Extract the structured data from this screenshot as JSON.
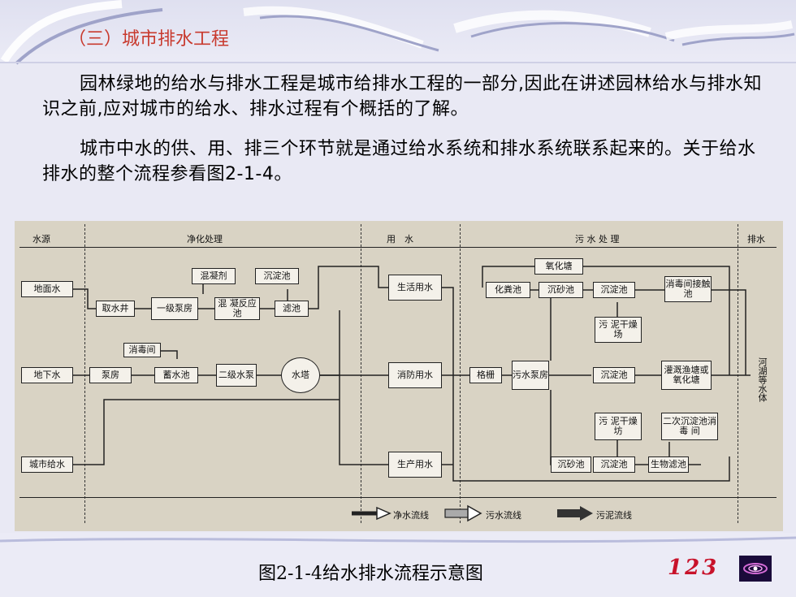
{
  "slide": {
    "title": "（三）城市排水工程",
    "paragraph1": "园林绿地的给水与排水工程是城市给排水工程的一部分,因此在讲述园林给水与排水知识之前,应对城市的给水、排水过程有个概括的了解。",
    "paragraph2": "城市中水的供、用、排三个环节就是通过给水系统和排水系统联系起来的。关于给水排水的整个流程参看图2-1-4。",
    "caption": "图2-1-4给水排水流程示意图",
    "page_number": "123",
    "nav_icon": "galaxy-icon"
  },
  "diagram": {
    "headers": {
      "source": "水源",
      "purify": "净化处理",
      "use": "用　水",
      "treat": "污 水 处 理",
      "discharge": "排水"
    },
    "boxes": {
      "surface": "地面水",
      "ground": "地下水",
      "city": "城市给水",
      "intake": "取水井",
      "pump1": "一级泵房",
      "coag": "混凝剂",
      "settle1": "沉淀池",
      "mix": "混 凝反应池",
      "filter": "滤池",
      "disinfect_room": "消毒间",
      "pumproom": "泵房",
      "reservoir": "蓄水池",
      "pump2": "二级水泵",
      "tower": "水塔",
      "life": "生活用水",
      "fire": "消防用水",
      "prod": "生产用水",
      "oxid": "氧化塘",
      "septic": "化粪池",
      "grit1": "沉砂池",
      "settle2": "沉淀池",
      "contact": "消毒间接触池",
      "sludge1": "污 泥干燥场",
      "grille": "格栅",
      "sewpump": "污水泵房",
      "settle3": "沉淀池",
      "irrig": "灌溉渔塘或氧化塘",
      "sludge2": "污 泥干燥坊",
      "settle4": "二次沉淀池消 毒 间",
      "grit2": "沉砂池",
      "settle5": "沉淀池",
      "bio": "生物滤池",
      "river": "河湖等水体"
    },
    "legend": {
      "clean": "净水流线",
      "sewage": "污水流线",
      "sludge": "污泥流线"
    }
  }
}
